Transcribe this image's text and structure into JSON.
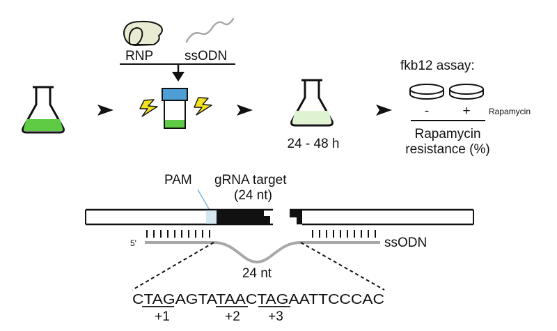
{
  "colors": {
    "media_green": "#5fcb45",
    "media_light": "#dff2d2",
    "cuvette_blue": "#4f9ed6",
    "spark_yellow": "#f3e21f",
    "pam_blue": "#7ab6dd",
    "pam_fill": "#d4e8f4",
    "ssodn_gray": "#a8a8a8",
    "rnp_fill": "#e9ecd2"
  },
  "workflow": {
    "rnp_label": "RNP",
    "ssodn_label": "ssODN",
    "time_label": "24 - 48 h",
    "assay_title": "fkb12 assay:",
    "minus_label": "-",
    "plus_label": "+",
    "rapamycin_label": "Rapamycin",
    "resistance_line1": "Rapamycin",
    "resistance_line2": "resistance (%)"
  },
  "locus": {
    "pam_label": "PAM",
    "grna_label": "gRNA target",
    "grna_length": "(24 nt)",
    "five_prime": "5'",
    "ssodn_label": "ssODN",
    "insert_length": "24 nt"
  },
  "insert": {
    "sequence": "CTAGAGTATAACTAGAATTCCCAC",
    "stop1": "+1",
    "stop2": "+2",
    "stop3": "+3"
  }
}
